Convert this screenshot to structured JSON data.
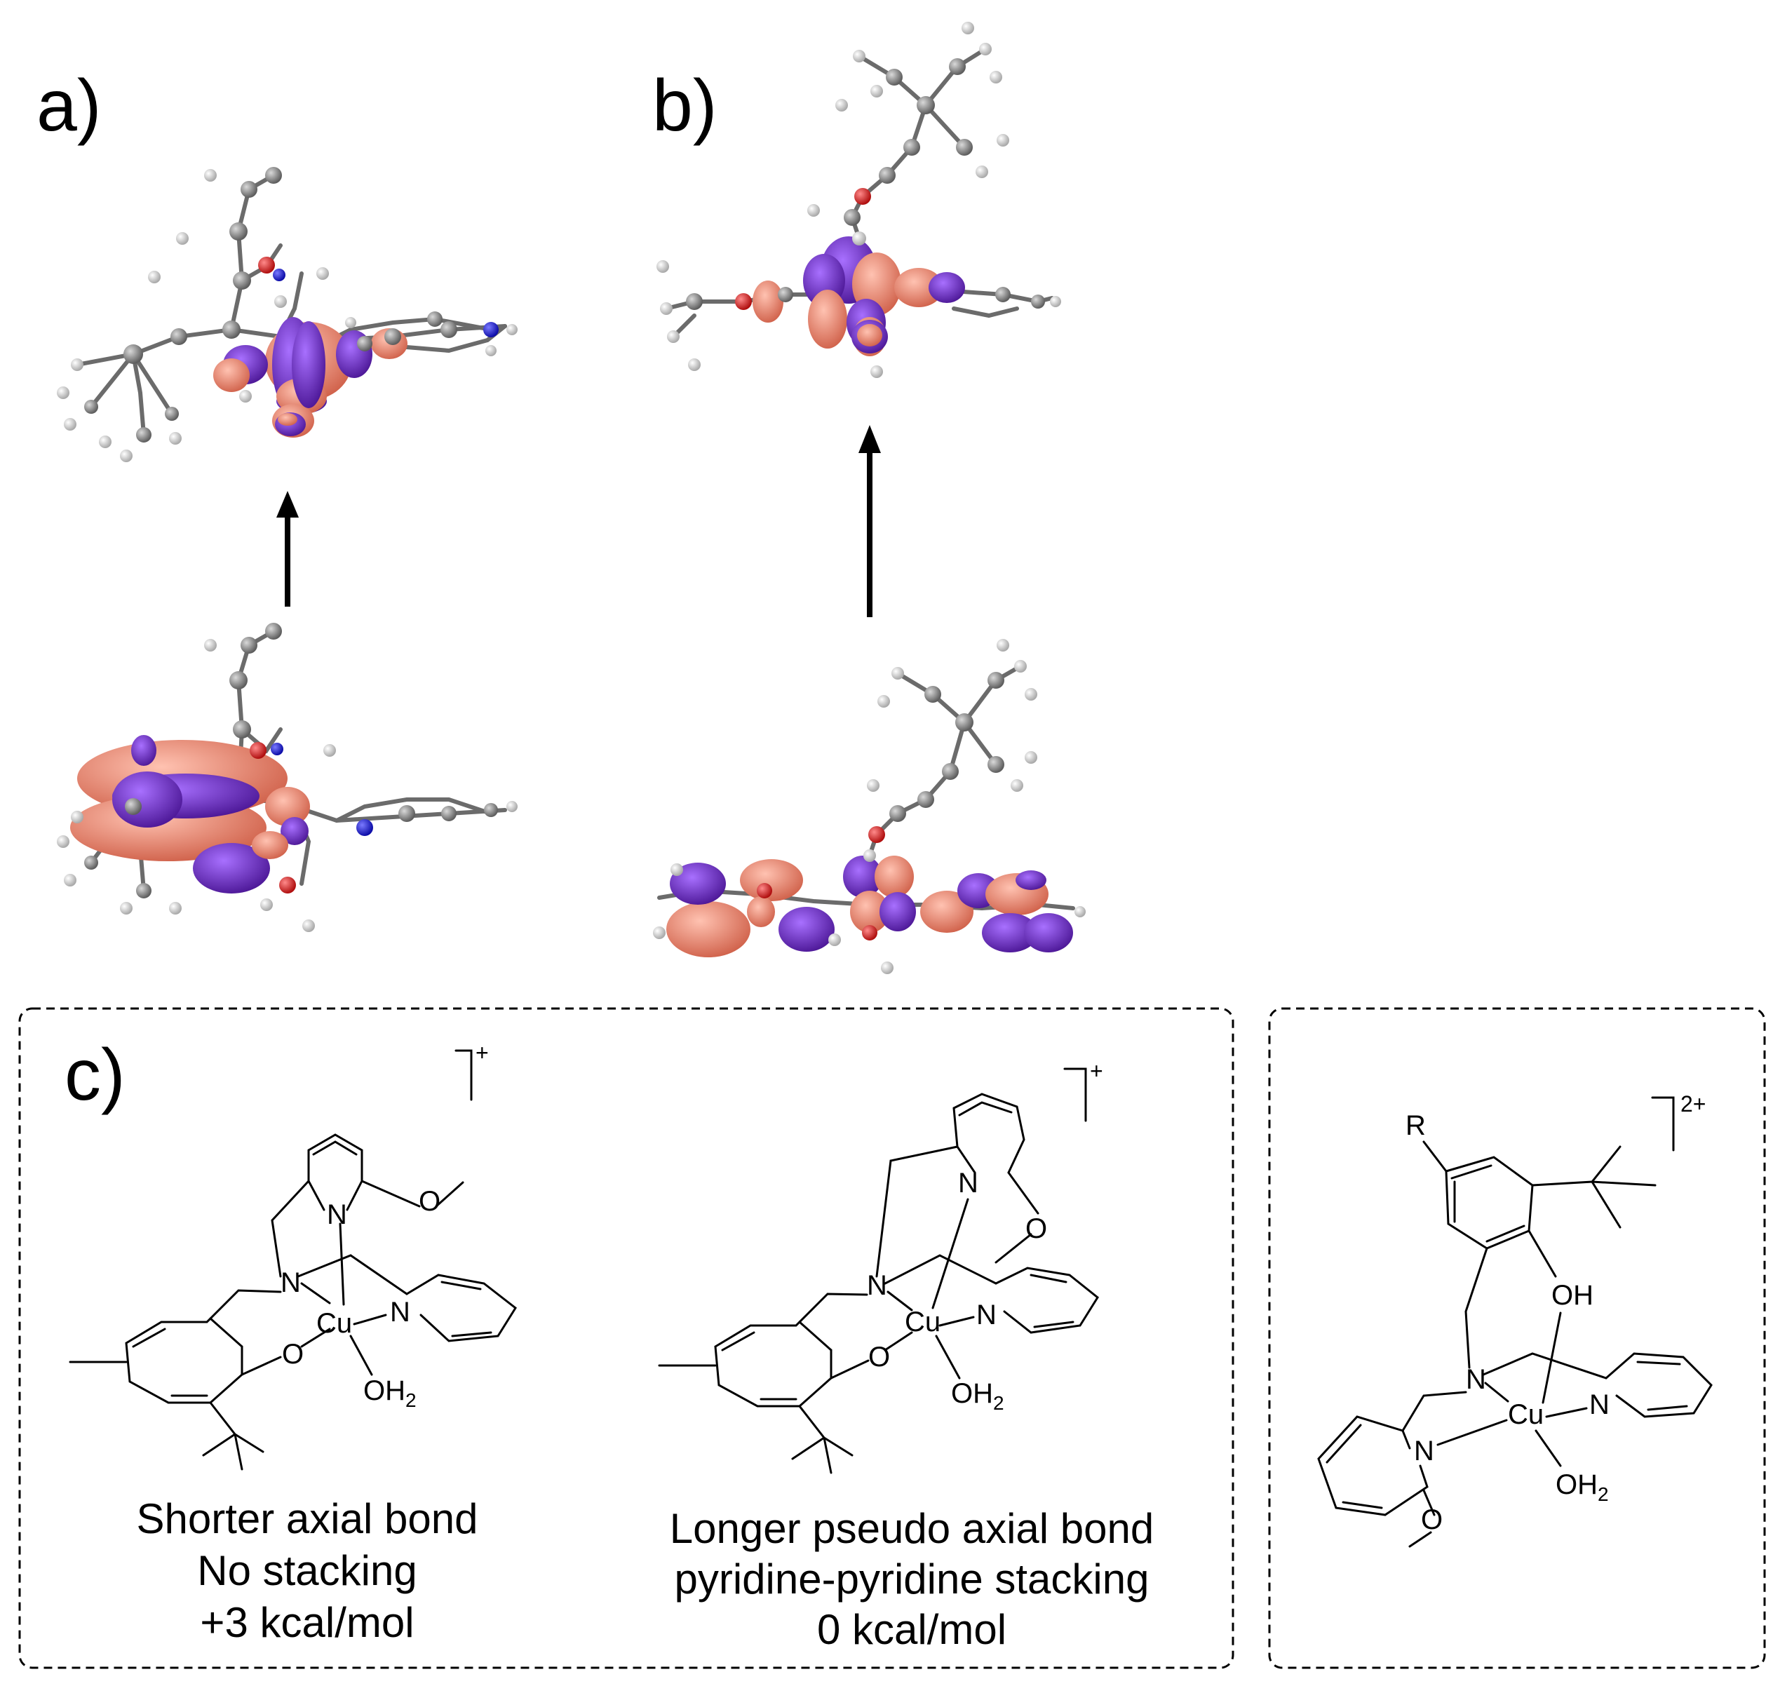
{
  "panels": {
    "a": {
      "label": "a)"
    },
    "b": {
      "label": "b)"
    },
    "c": {
      "label": "c)",
      "left_structure": {
        "charge": "+",
        "caption_lines": [
          "Shorter axial bond",
          "No stacking",
          "+3  kcal/mol"
        ]
      },
      "middle_structure": {
        "charge": "+",
        "caption_lines": [
          "Longer pseudo axial bond",
          "pyridine-pyridine stacking",
          "0  kcal/mol"
        ]
      }
    },
    "right_structure": {
      "charge": "2+",
      "substituent": "R"
    }
  },
  "atom_labels": {
    "n": "N",
    "cu": "Cu",
    "o": "O",
    "oh": "OH",
    "oh2_main": "OH",
    "oh2_sub": "2"
  },
  "colors": {
    "orbital_positive": "#e8806a",
    "orbital_negative": "#6a24b8",
    "carbon": "#7d7d7d",
    "hydrogen": "#e2e2e2",
    "oxygen": "#d41c1c",
    "nitrogen": "#1a1ad8",
    "frame": "#000000"
  }
}
